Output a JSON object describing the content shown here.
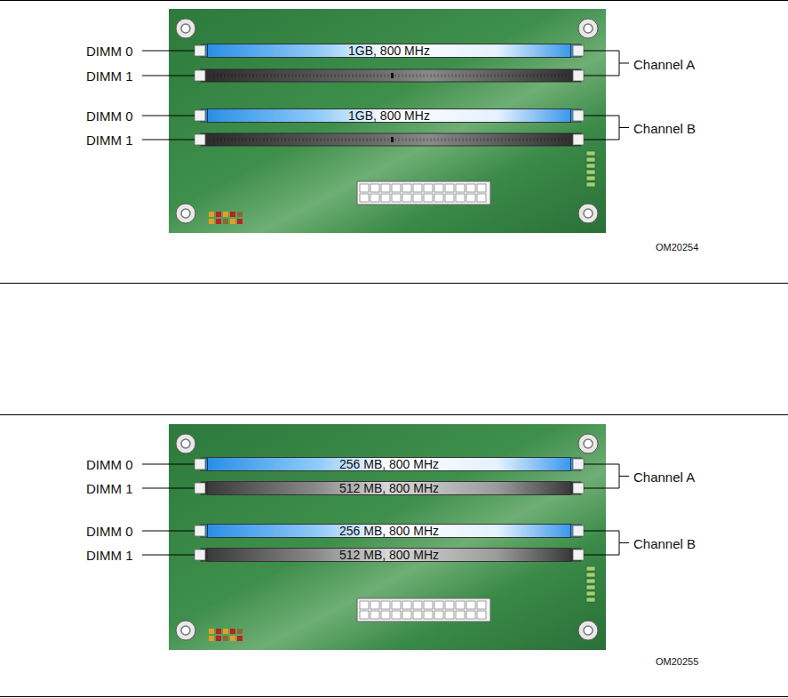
{
  "diagram": {
    "nodes": [
      {
        "text": [
          "1GB, 800 MHz"
        ]
      },
      {
        "text": [
          "1GB, 800 MHz"
        ]
      },
      {
        "text": [
          "256 MB, 800 MHz"
        ]
      },
      {
        "text": [
          "512 MB, 800 MHz"
        ]
      },
      {
        "text": [
          "256 MB, 800 MHz"
        ]
      },
      {
        "text": [
          "512 MB, 800 MHz"
        ]
      }
    ],
    "labels": [
      "DIMM 0",
      "DIMM 1",
      "DIMM 0",
      "DIMM 1",
      "Channel A",
      "Channel B",
      "OM20254",
      "DIMM 0",
      "DIMM 1",
      "DIMM 0",
      "DIMM 1",
      "Channel A",
      "Channel B",
      "OM20255"
    ]
  }
}
